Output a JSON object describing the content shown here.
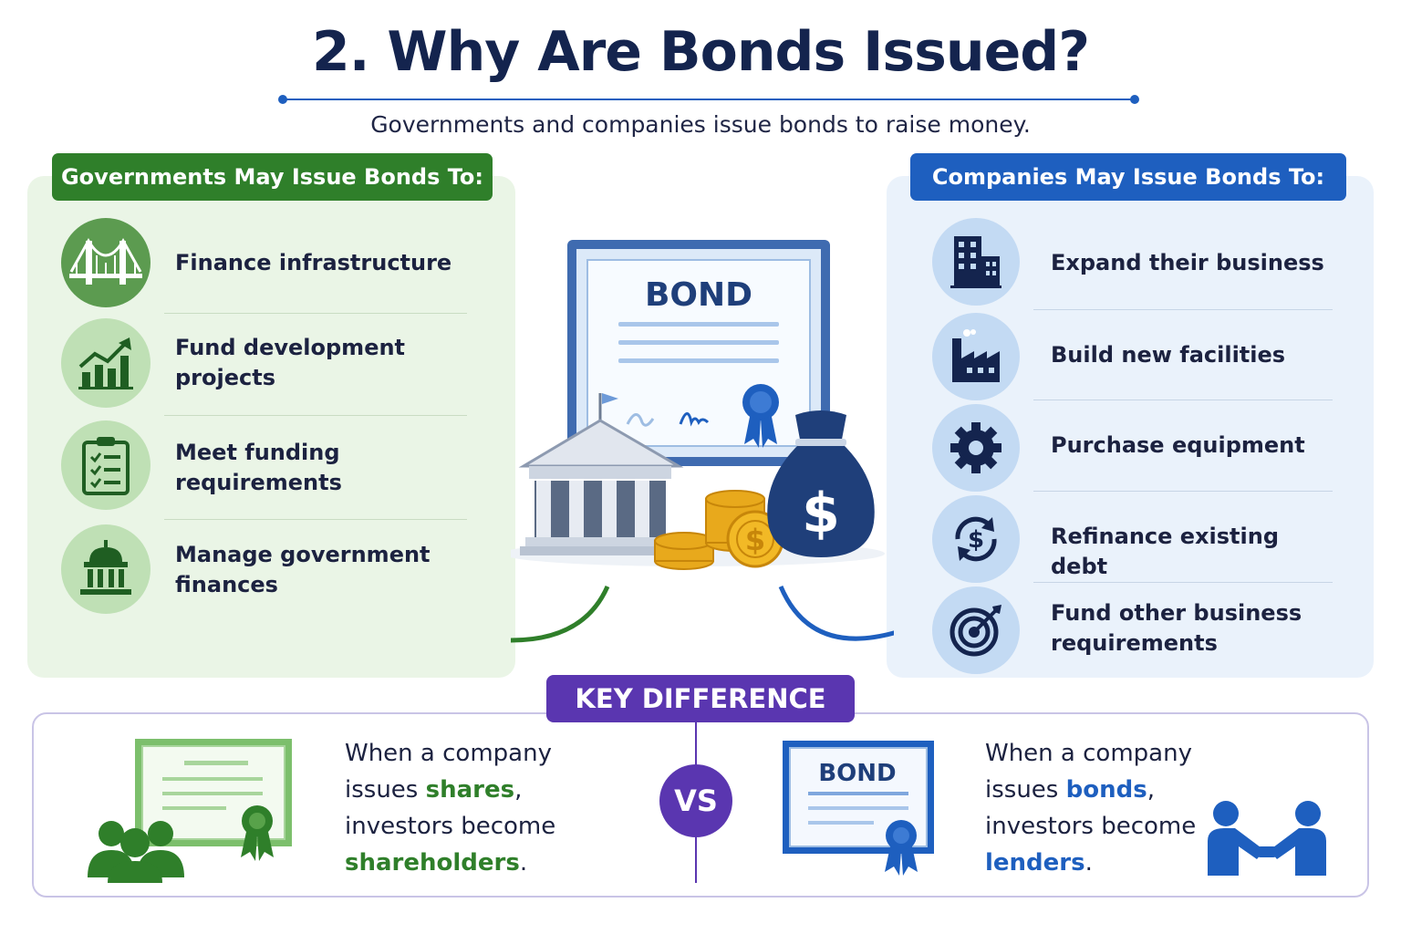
{
  "title": "2. Why Are Bonds Issued?",
  "subtitle": "Governments and companies issue bonds to raise money.",
  "governments": {
    "heading": "Governments May Issue Bonds To:",
    "items": [
      {
        "icon": "bridge-icon",
        "label": "Finance infrastructure"
      },
      {
        "icon": "growth-chart-icon",
        "label": "Fund development projects"
      },
      {
        "icon": "clipboard-checklist-icon",
        "label": "Meet funding requirements"
      },
      {
        "icon": "government-building-icon",
        "label": "Manage government finances"
      }
    ]
  },
  "companies": {
    "heading": "Companies May Issue Bonds To:",
    "items": [
      {
        "icon": "office-building-icon",
        "label": "Expand their business"
      },
      {
        "icon": "factory-icon",
        "label": "Build new facilities"
      },
      {
        "icon": "gear-icon",
        "label": "Purchase equipment"
      },
      {
        "icon": "refinance-dollar-icon",
        "label": "Refinance existing debt"
      },
      {
        "icon": "target-icon",
        "label": "Fund other business requirements"
      }
    ]
  },
  "center": {
    "certificate_label": "BOND",
    "money_bag_symbol": "$",
    "coin_symbol": "$"
  },
  "key_difference": {
    "heading": "KEY DIFFERENCE",
    "vs": "VS",
    "shares": {
      "line1": "When a company",
      "line2_prefix": "issues ",
      "line2_highlight": "shares",
      "line2_suffix": ",",
      "line3": "investors become",
      "line4_highlight": "shareholders",
      "line4_suffix": "."
    },
    "bonds": {
      "certificate_label": "BOND",
      "line1": "When a company",
      "line2_prefix": "issues ",
      "line2_highlight": "bonds",
      "line2_suffix": ",",
      "line3": "investors become",
      "line4_highlight": "lenders",
      "line4_suffix": "."
    }
  },
  "colors": {
    "green": "#2f7f2a",
    "blue": "#1e5fbf",
    "purple": "#5a36b0",
    "navy": "#14244e"
  }
}
